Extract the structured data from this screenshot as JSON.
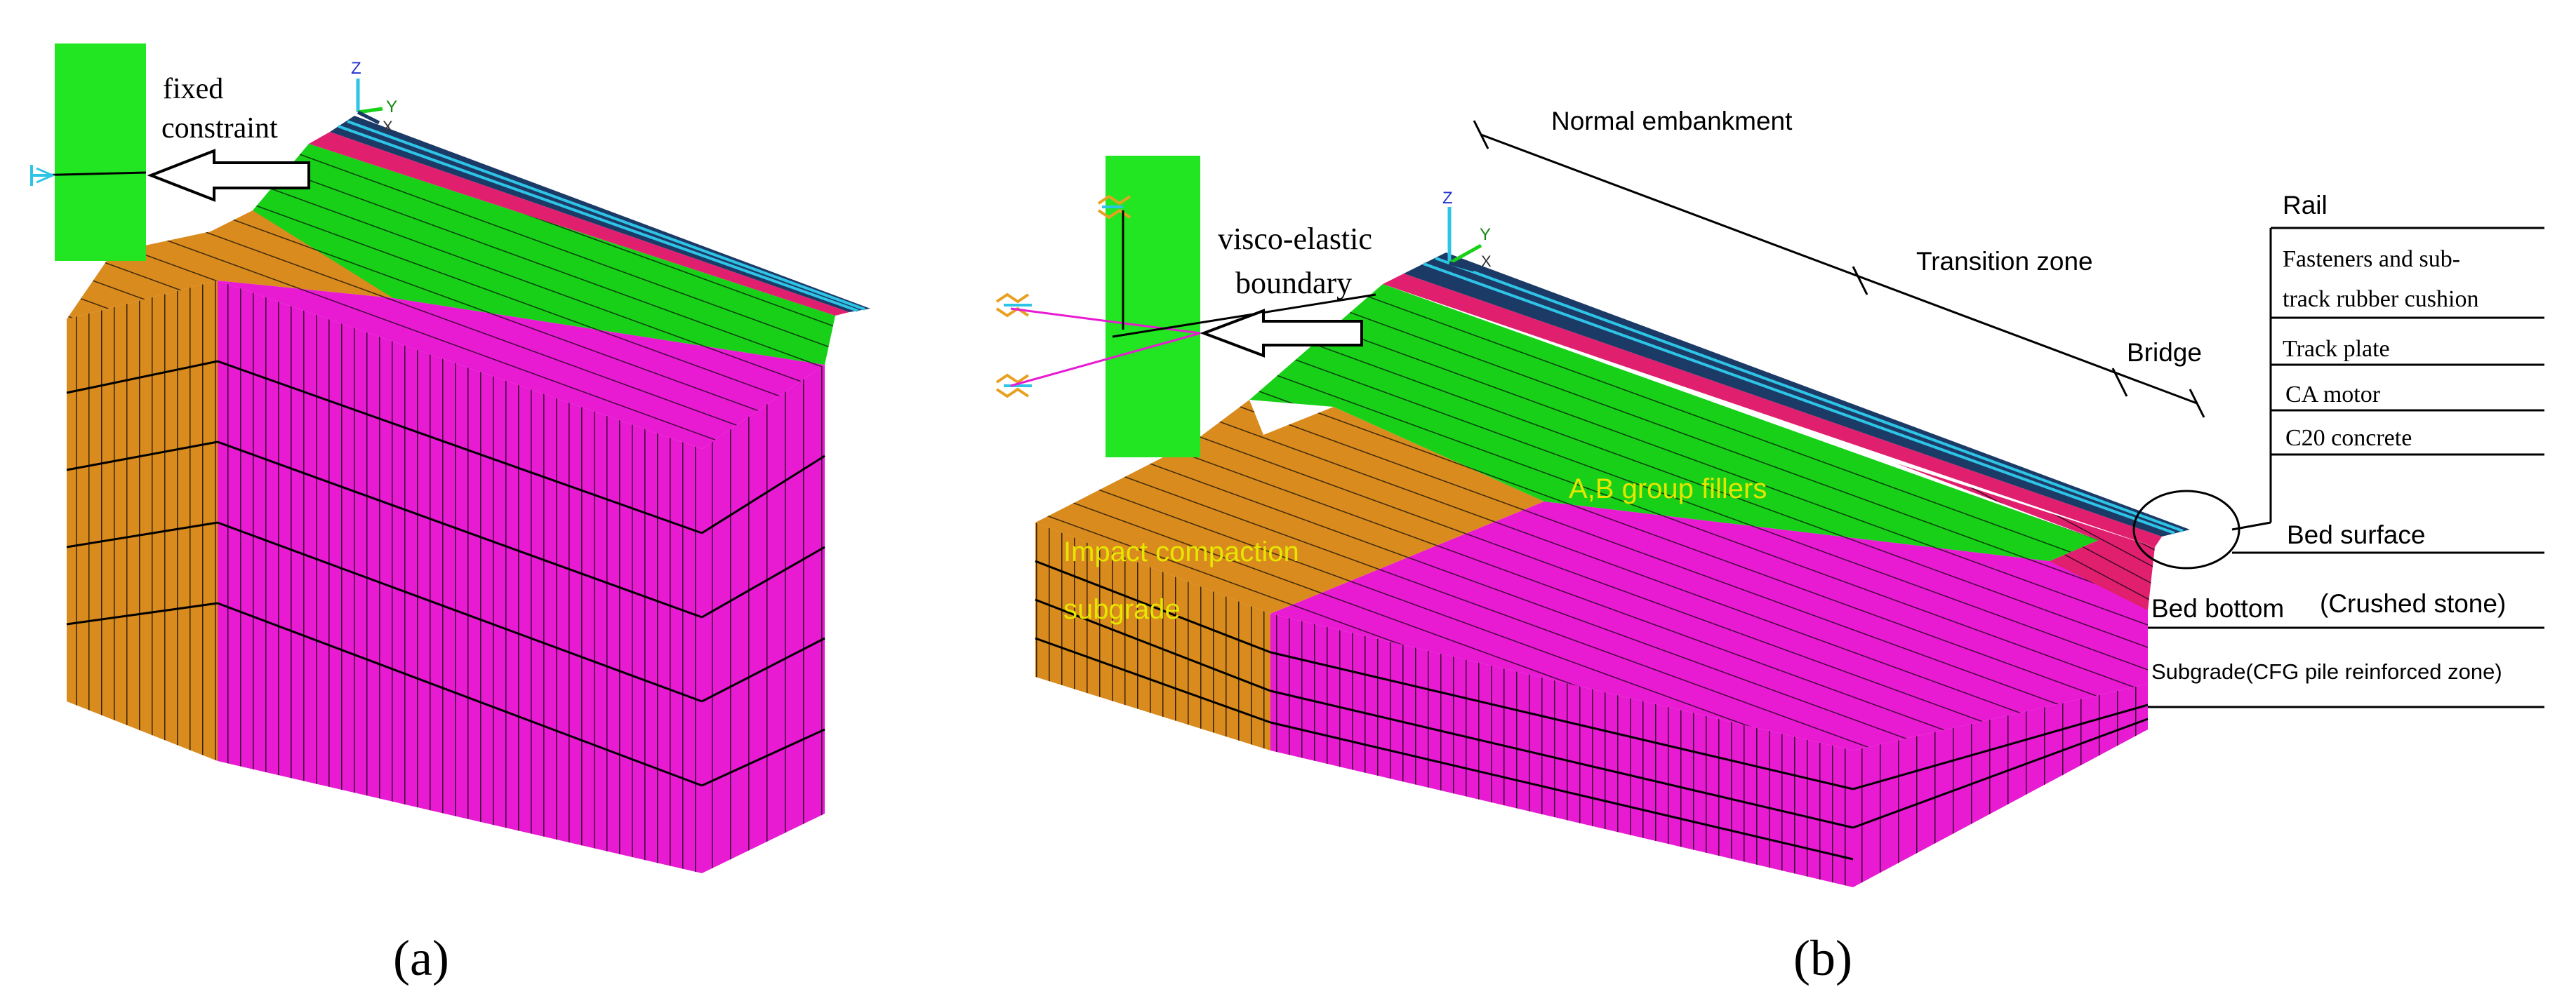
{
  "panel_a": {
    "caption": "(a)",
    "boundary_label_line1": "fixed",
    "boundary_label_line2": "constraint",
    "axis_z": "Z",
    "axis_y": "Y",
    "axis_x": "X"
  },
  "panel_b": {
    "caption": "(b)",
    "boundary_label_line1": "visco-elastic",
    "boundary_label_line2": "boundary",
    "axis_z": "Z",
    "axis_y": "Y",
    "axis_x": "X",
    "zones": {
      "normal_embankment": "Normal embankment",
      "transition_zone": "Transition zone",
      "bridge": "Bridge"
    },
    "fill_labels": {
      "impact_line1": "Impact compaction",
      "impact_line2": "subgrade",
      "ab_group": "A,B group fillers"
    },
    "layers": {
      "rail": "Rail",
      "fasteners_line1": "Fasteners and sub-",
      "fasteners_line2": "track rubber cushion",
      "track_plate": "Track plate",
      "ca_motor": "CA motor",
      "c20": "C20 concrete",
      "bed_surface": "Bed surface",
      "bed_bottom": "Bed bottom",
      "crushed_stone": "(Crushed stone)",
      "subgrade_cfg": "Subgrade(CFG pile reinforced zone)"
    }
  },
  "colors": {
    "orange": "#D98B1E",
    "magenta": "#E81AD2",
    "green": "#18D018",
    "navy": "#1C3A66",
    "pink_band": "#E0206E",
    "cyan": "#2EC4E6",
    "boundary_green": "#22E622",
    "grid_line": "#000000",
    "fill_label": "#E6E600"
  }
}
